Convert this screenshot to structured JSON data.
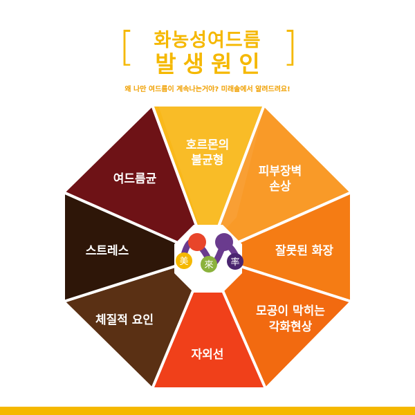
{
  "header": {
    "bracket_left": "[",
    "bracket_right": "]",
    "title_line1": "화농성여드름",
    "title_line2": "발생원인",
    "subtitle": "왜 나만 여드름이 계속나는거야? 미래솔에서 알려드려요!"
  },
  "segments": [
    {
      "id": "hormone",
      "line1": "호르몬의",
      "line2": "불균형",
      "color": "#f9b81a"
    },
    {
      "id": "skin-barrier",
      "line1": "피부장벽",
      "line2": "손상",
      "color": "#f99a28"
    },
    {
      "id": "makeup",
      "line1": "잘못된 화장",
      "line2": "",
      "color": "#f57c14"
    },
    {
      "id": "keratin",
      "line1": "모공이 막히는",
      "line2": "각화현상",
      "color": "#f26a10"
    },
    {
      "id": "uv",
      "line1": "자외선",
      "line2": "",
      "color": "#f0401a"
    },
    {
      "id": "constitution",
      "line1": "체질적 요인",
      "line2": "",
      "color": "#5a3014"
    },
    {
      "id": "stress",
      "line1": "스트레스",
      "line2": "",
      "color": "#2e1608"
    },
    {
      "id": "bacteria",
      "line1": "여드름균",
      "line2": "",
      "color": "#6e1216"
    }
  ],
  "logo": {
    "chars": [
      "美",
      "來",
      "率"
    ],
    "colors": {
      "red": "#e8452a",
      "green": "#8bb23c",
      "purple": "#6a3b8e",
      "yellow": "#f5b800"
    }
  }
}
